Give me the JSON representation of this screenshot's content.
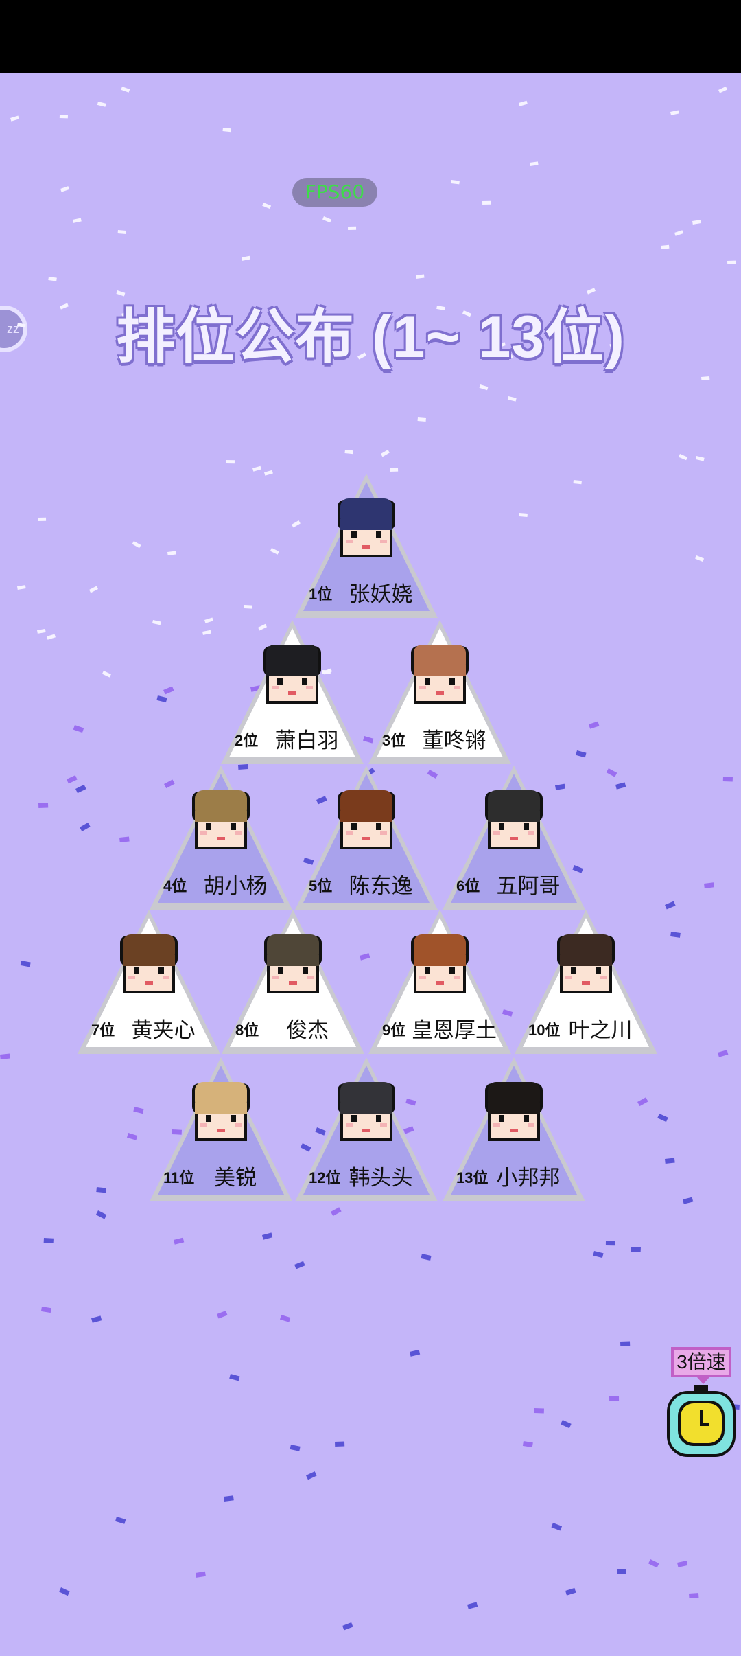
{
  "status_bar": {},
  "fps": "FPS60",
  "zz_button": "zz",
  "title": "排位公布 (1~ 13位)",
  "speed": {
    "label": "3倍速"
  },
  "rankings": [
    {
      "rank": "1位",
      "name": "张妖娆",
      "style": "blue",
      "hair": "#2e3570"
    },
    {
      "rank": "2位",
      "name": "萧白羽",
      "style": "white",
      "hair": "#1e1e22"
    },
    {
      "rank": "3位",
      "name": "董咚锵",
      "style": "white",
      "hair": "#b5714f"
    },
    {
      "rank": "4位",
      "name": "胡小杨",
      "style": "blue",
      "hair": "#9c7d48"
    },
    {
      "rank": "5位",
      "name": "陈东逸",
      "style": "blue",
      "hair": "#7a3b1c"
    },
    {
      "rank": "6位",
      "name": "五阿哥",
      "style": "blue",
      "hair": "#2d2d2d"
    },
    {
      "rank": "7位",
      "name": "黄夹心",
      "style": "white",
      "hair": "#6b4123"
    },
    {
      "rank": "8位",
      "name": "俊杰",
      "style": "white",
      "hair": "#4f4637"
    },
    {
      "rank": "9位",
      "name": "皇恩厚土",
      "style": "white",
      "hair": "#a0532a"
    },
    {
      "rank": "10位",
      "name": "叶之川",
      "style": "white",
      "hair": "#3c2a22"
    },
    {
      "rank": "11位",
      "name": "美锐",
      "style": "blue",
      "hair": "#d6b27a"
    },
    {
      "rank": "12位",
      "name": "韩头头",
      "style": "blue",
      "hair": "#333338"
    },
    {
      "rank": "13位",
      "name": "小邦邦",
      "style": "blue",
      "hair": "#1c1816"
    }
  ],
  "colors": {
    "background": "#c4b5f9",
    "card_blue": "#a9a2ec",
    "card_white": "#ffffff",
    "card_border": "#c9c9cf"
  }
}
